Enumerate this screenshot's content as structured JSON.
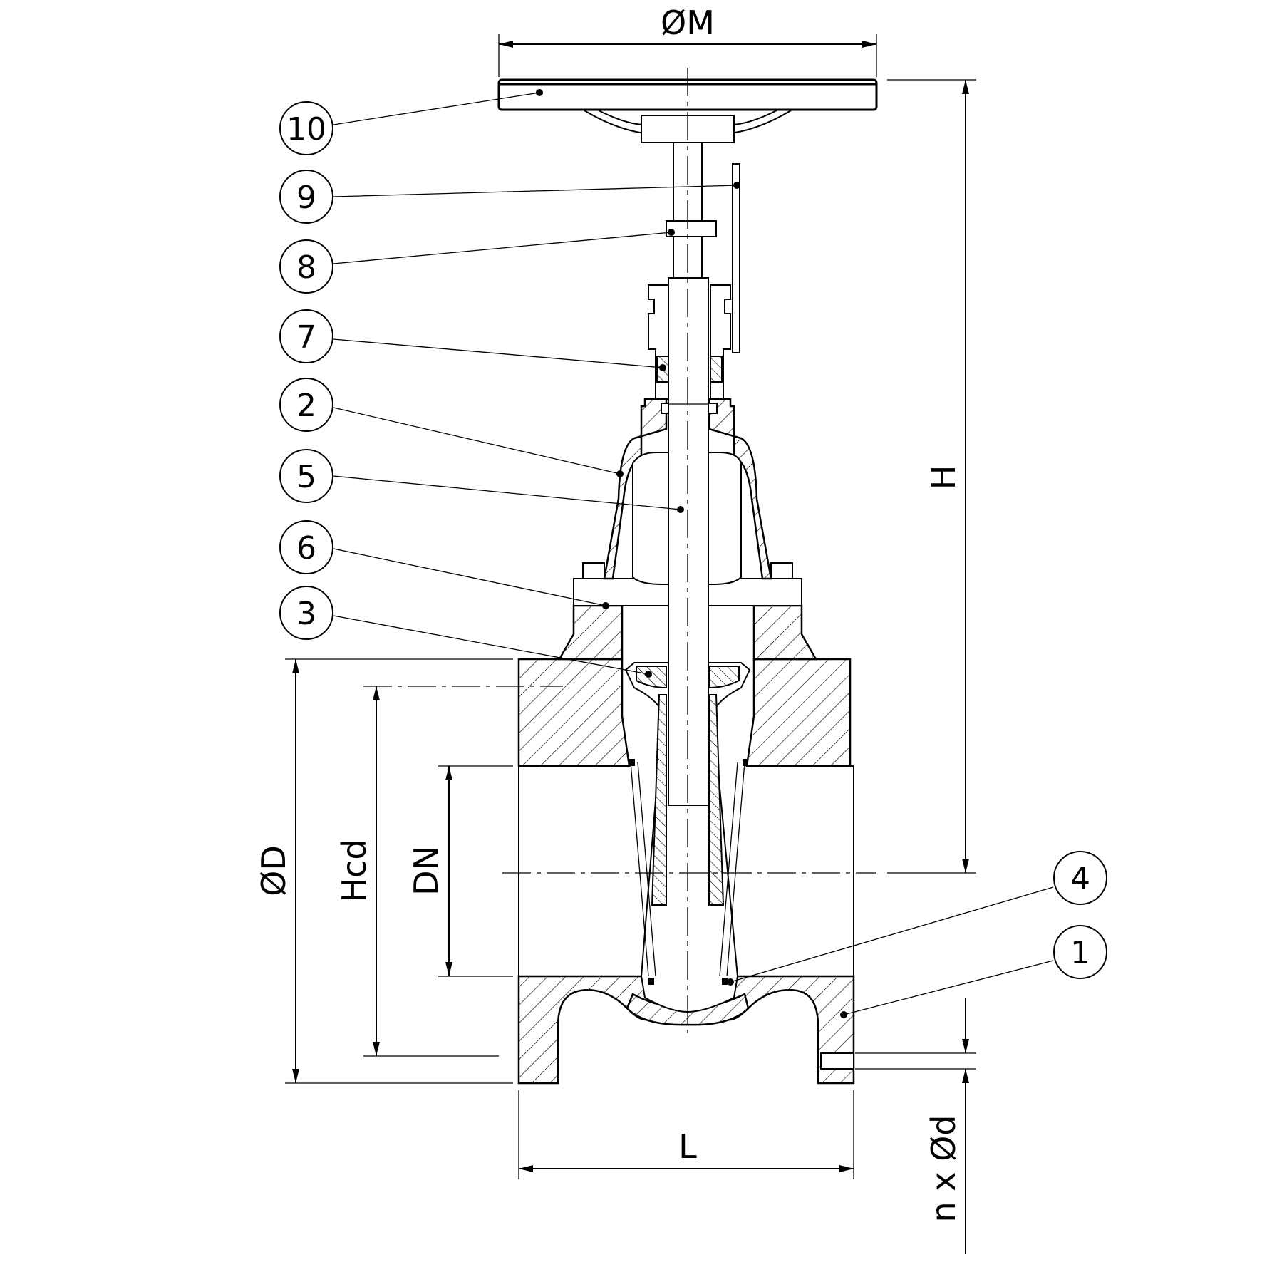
{
  "dimensions": {
    "M": "ØM",
    "H": "H",
    "D": "ØD",
    "Hcd": "Hcd",
    "DN": "DN",
    "L": "L",
    "nd": "n x Ød"
  },
  "balloons": [
    "10",
    "9",
    "8",
    "7",
    "2",
    "5",
    "6",
    "3",
    "4",
    "1"
  ]
}
